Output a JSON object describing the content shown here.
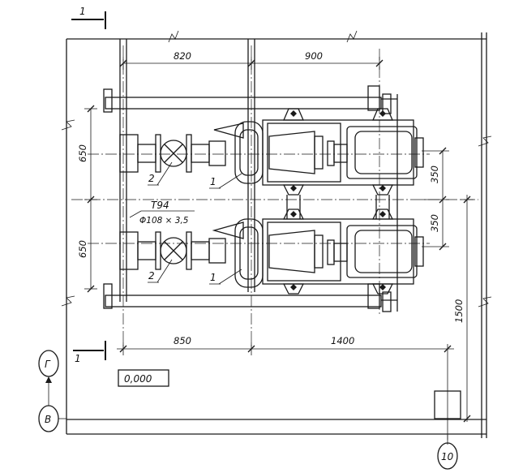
{
  "section_marks": {
    "top": "1",
    "bottom": "1"
  },
  "dimensions": {
    "top_left": "820",
    "top_right": "900",
    "left_upper": "650",
    "left_lower": "650",
    "right_upper": "350",
    "right_lower": "350",
    "right_far": "1500",
    "bottom_left": "850",
    "bottom_right": "1400"
  },
  "callouts": {
    "valve_upper": "2",
    "valve_lower": "2",
    "pump_upper": "1",
    "pump_lower": "1",
    "pipe_mark": "Т94",
    "pipe_size": "Φ108 × 3,5"
  },
  "level_mark": "0,000",
  "grid_axes": {
    "row_upper": "Г",
    "row_lower": "В",
    "column": "10"
  }
}
